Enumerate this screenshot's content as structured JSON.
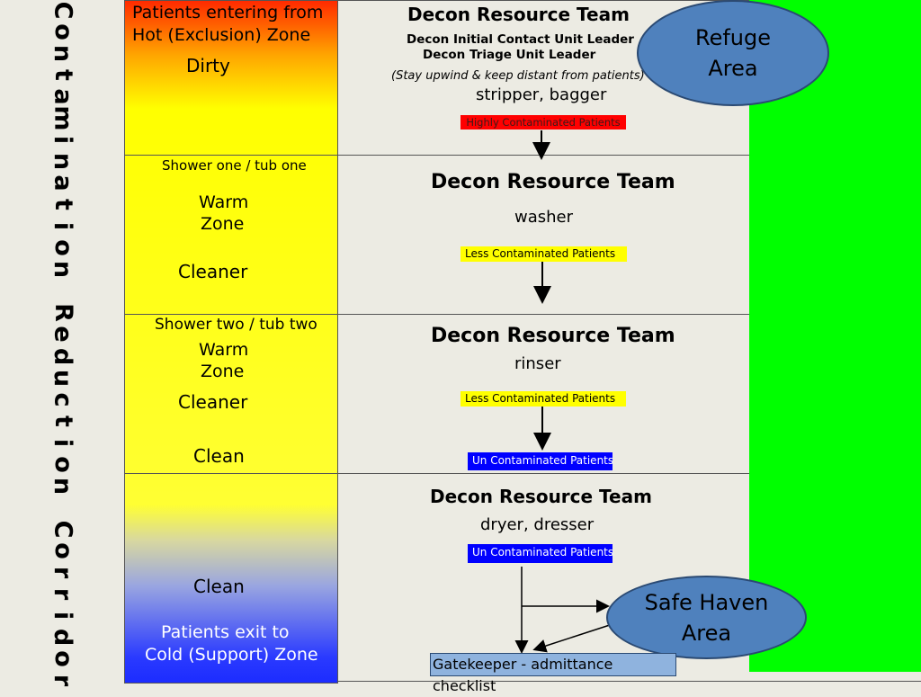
{
  "corridor_title_letters": [
    "C",
    "o",
    "n",
    "t",
    "a",
    "m",
    "i",
    "n",
    "a",
    "t",
    "i",
    "o",
    "n",
    " ",
    "R",
    "e",
    "d",
    "u",
    "c",
    "t",
    "i",
    "o",
    "n",
    " ",
    "C",
    "o",
    "r",
    "r",
    "i",
    "d",
    "o",
    "r"
  ],
  "zones": {
    "hot": {
      "line1": "Patients entering from",
      "line2": "Hot (Exclusion) Zone",
      "status": "Dirty"
    },
    "shower1": {
      "title": "Shower one / tub one",
      "zone_l1": "Warm",
      "zone_l2": "Zone",
      "status": "Cleaner"
    },
    "shower2": {
      "title": "Shower two / tub two",
      "zone_l1": "Warm",
      "zone_l2": "Zone",
      "status": "Cleaner",
      "status2": "Clean"
    },
    "cold": {
      "status": "Clean",
      "line1": "Patients exit to",
      "line2": "Cold (Support) Zone"
    }
  },
  "teams": {
    "team1": {
      "title": "Decon Resource Team",
      "role1": "Decon Initial Contact Unit Leader",
      "role2": "Decon Triage Unit Leader",
      "note": "(Stay upwind & keep distant from patients)",
      "duty": "stripper, bagger",
      "badge": "Highly Contaminated Patients"
    },
    "team2": {
      "title": "Decon Resource Team",
      "duty": "washer",
      "badge": "Less Contaminated Patients"
    },
    "team3": {
      "title": "Decon Resource Team",
      "duty": "rinser",
      "badge": "Less Contaminated Patients",
      "badge2": "Un Contaminated Patients"
    },
    "team4": {
      "title": "Decon Resource Team",
      "duty": "dryer, dresser",
      "badge": "Un Contaminated Patients"
    }
  },
  "areas": {
    "refuge": {
      "line1": "Refuge",
      "line2": "Area"
    },
    "safe_haven": {
      "line1": "Safe Haven",
      "line2": "Area"
    },
    "gatekeeper": "Gatekeeper - admittance checklist"
  },
  "colors": {
    "red_badge": "#ff0000",
    "yellow_badge": "#ffff00",
    "blue_badge": "#0000ff",
    "green_panel": "#00ff00",
    "ellipse": "#4f81bd"
  }
}
